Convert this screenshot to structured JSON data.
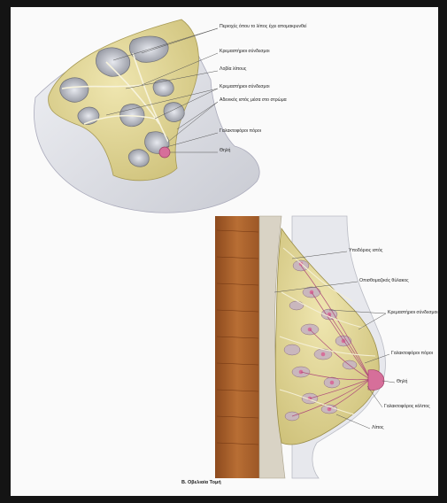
{
  "figureA": {
    "labels": [
      "Περιοχές όπου το λίπος έχει απομακρυνθεί",
      "Κρεμαστήριοι σύνδεσμοι",
      "Λοβία λίπους",
      "Κρεμαστήριοι σύνδεσμοι",
      "Αδενικός ιστός μέσα στο στρώμα",
      "Γαλακτοφόροι πόροι",
      "Θηλή"
    ]
  },
  "figureB": {
    "labels": [
      "Υποδόριος ιστός",
      "Οπισθομαζικός θύλακος",
      "Κρεμαστήριοι σύνδεσμοι",
      "Γαλακτοφόροι πόροι",
      "Θηλή",
      "Γαλακτοφόρος κόλπος",
      "Λίπος"
    ],
    "caption": "Β. Οβελιαία Τομή"
  },
  "colors": {
    "background": "#141414",
    "page": "#fafafa",
    "fat": "#d9cf8e",
    "gland": "#c9b7bd",
    "muscle": "#a8612c",
    "skin": "#e3e4ea",
    "nipple": "#d66f9a"
  }
}
